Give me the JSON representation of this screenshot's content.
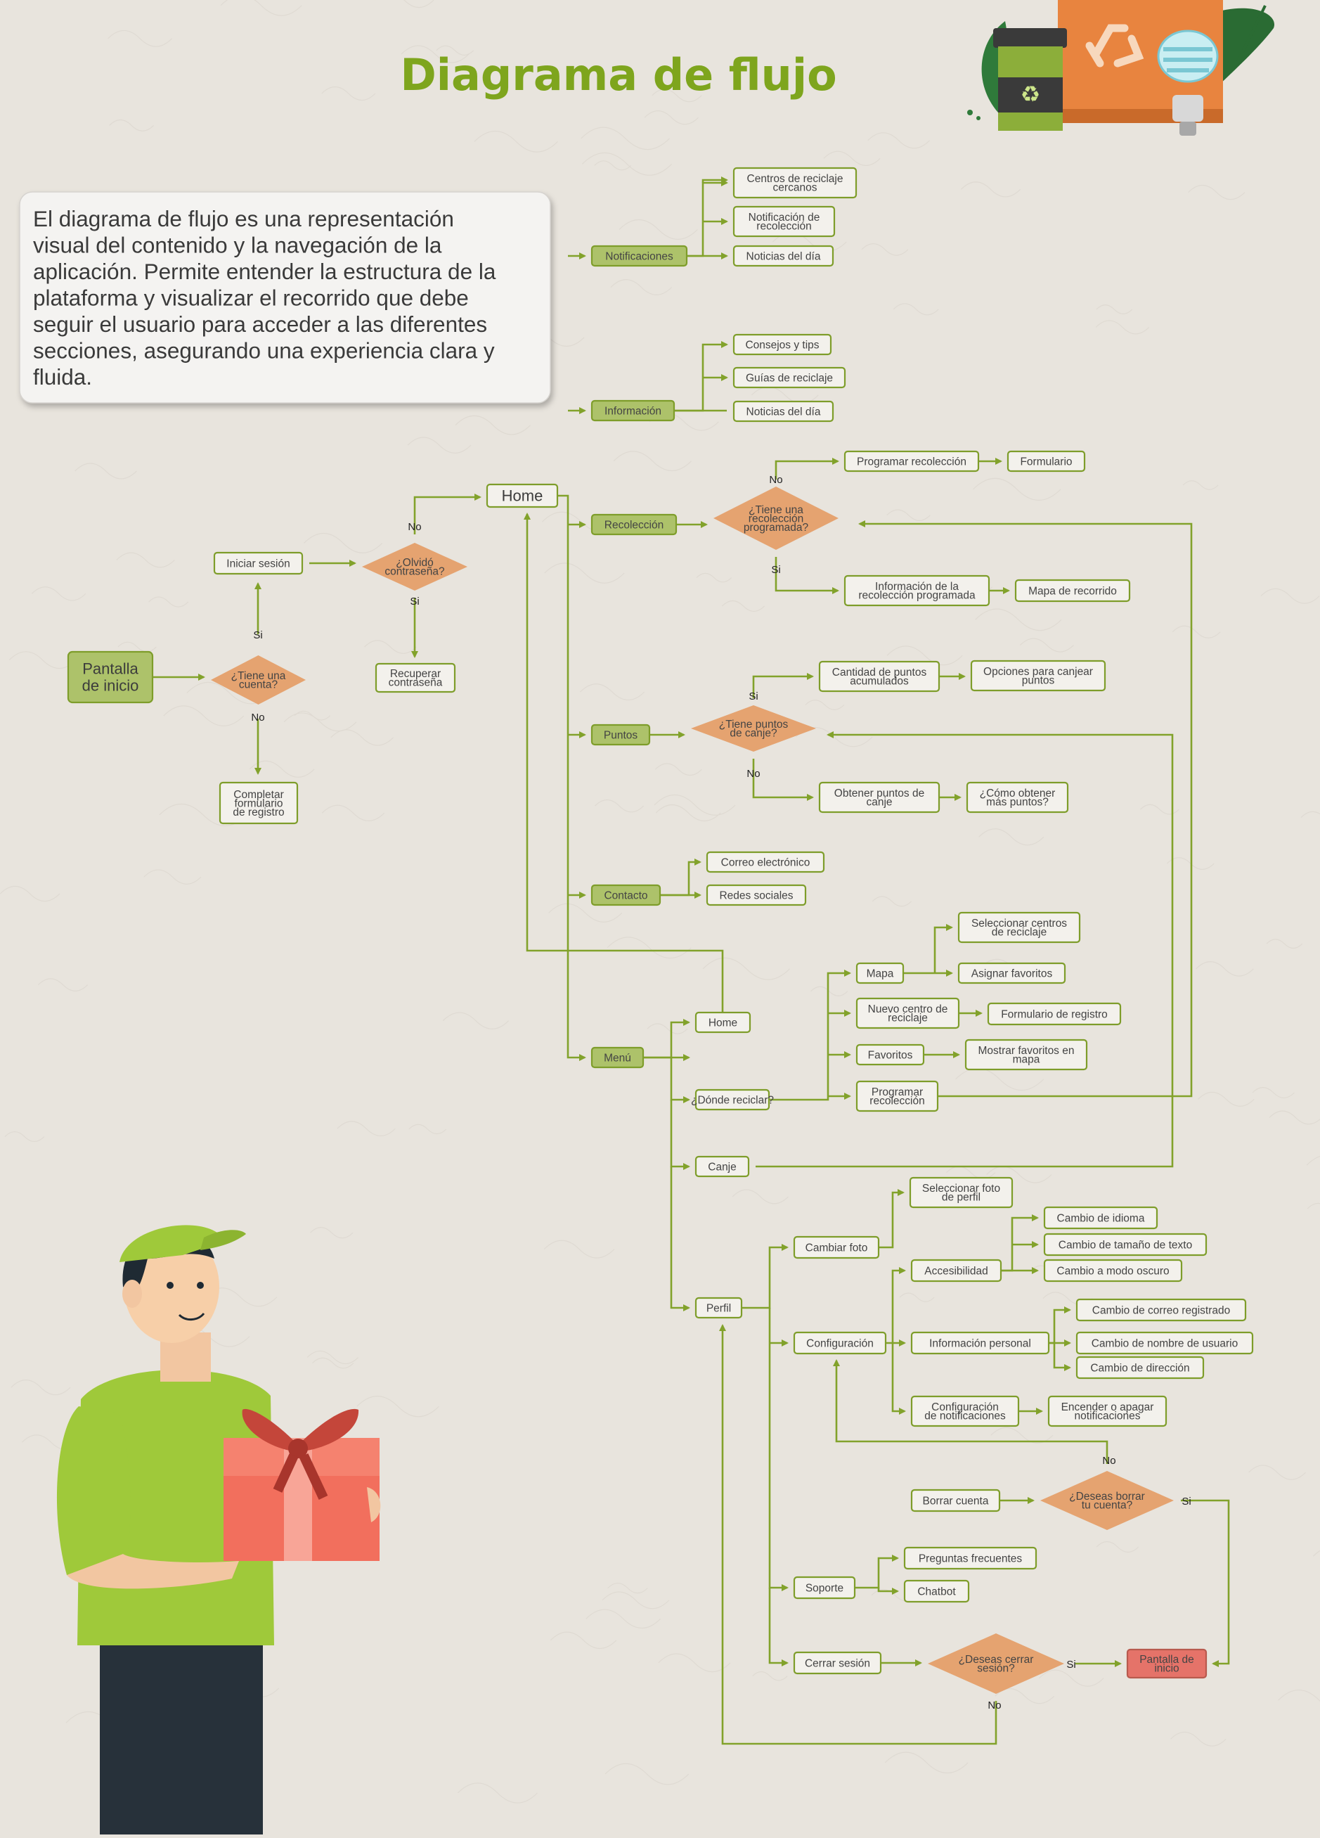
{
  "title": "Diagrama de flujo",
  "intro_lines": [
    "El diagrama de flujo es una representación",
    "visual del contenido y la navegación de la",
    "aplicación. Permite entender la estructura de la",
    "plataforma y visualizar el recorrido que debe",
    "seguir el usuario para acceder a las diferentes",
    "secciones, asegurando una experiencia clara y",
    "fluida."
  ],
  "colors": {
    "accent": "#7ea51d",
    "box_fill": "#f3f1ec",
    "start_fill": "#adc26a",
    "decision": "#e5a370",
    "end_fill": "#e57369"
  },
  "illustrations": [
    "recycling-bin-icon",
    "recycle-icon",
    "light-bulb-icon",
    "leaf-icon",
    "delivery-person-with-gift"
  ],
  "nodes": [
    {
      "id": "start",
      "lines": [
        "Pantalla",
        "de inicio"
      ],
      "style": "start"
    },
    {
      "id": "d_cuenta",
      "lines": [
        "¿Tiene una",
        "cuenta?"
      ],
      "style": "decision"
    },
    {
      "id": "iniciar",
      "lines": [
        "Iniciar sesión"
      ],
      "style": "box"
    },
    {
      "id": "completar",
      "lines": [
        "Completar",
        "formulario",
        "de registro"
      ],
      "style": "box"
    },
    {
      "id": "d_olvido",
      "lines": [
        "¿Olvidó",
        "contraseña?"
      ],
      "style": "decision"
    },
    {
      "id": "recuperar",
      "lines": [
        "Recuperar",
        "contraseña"
      ],
      "style": "box"
    },
    {
      "id": "home",
      "lines": [
        "Home"
      ],
      "style": "home"
    },
    {
      "id": "notif",
      "lines": [
        "Notificaciones"
      ],
      "style": "section"
    },
    {
      "id": "n_centros",
      "lines": [
        "Centros de reciclaje",
        "cercanos"
      ],
      "style": "box"
    },
    {
      "id": "n_notif",
      "lines": [
        "Notificación de",
        "recolección"
      ],
      "style": "box"
    },
    {
      "id": "n_noticias",
      "lines": [
        "Noticias del día"
      ],
      "style": "box"
    },
    {
      "id": "info",
      "lines": [
        "Información"
      ],
      "style": "section"
    },
    {
      "id": "i_consejos",
      "lines": [
        "Consejos y tips"
      ],
      "style": "box"
    },
    {
      "id": "i_guias",
      "lines": [
        "Guías de reciclaje"
      ],
      "style": "box"
    },
    {
      "id": "i_noticias",
      "lines": [
        "Noticias del día"
      ],
      "style": "box"
    },
    {
      "id": "recol",
      "lines": [
        "Recolección"
      ],
      "style": "section"
    },
    {
      "id": "d_recol",
      "lines": [
        "¿Tiene una",
        "recolección",
        "programada?"
      ],
      "style": "decision"
    },
    {
      "id": "r_prog",
      "lines": [
        "Programar recolección"
      ],
      "style": "box"
    },
    {
      "id": "r_form",
      "lines": [
        "Formulario"
      ],
      "style": "box"
    },
    {
      "id": "r_info",
      "lines": [
        "Información de la",
        "recolección programada"
      ],
      "style": "box"
    },
    {
      "id": "r_mapa",
      "lines": [
        "Mapa de recorrido"
      ],
      "style": "box"
    },
    {
      "id": "puntos",
      "lines": [
        "Puntos"
      ],
      "style": "section"
    },
    {
      "id": "d_canje",
      "lines": [
        "¿Tiene puntos",
        "de canje?"
      ],
      "style": "decision"
    },
    {
      "id": "p_cant",
      "lines": [
        "Cantidad de puntos",
        "acumulados"
      ],
      "style": "box"
    },
    {
      "id": "p_opc",
      "lines": [
        "Opciones para canjear",
        "puntos"
      ],
      "style": "box"
    },
    {
      "id": "p_obt",
      "lines": [
        "Obtener puntos de",
        "canje"
      ],
      "style": "box"
    },
    {
      "id": "p_como",
      "lines": [
        "¿Cómo obtener",
        "más puntos?"
      ],
      "style": "box"
    },
    {
      "id": "contacto",
      "lines": [
        "Contacto"
      ],
      "style": "section"
    },
    {
      "id": "c_correo",
      "lines": [
        "Correo electrónico"
      ],
      "style": "box"
    },
    {
      "id": "c_redes",
      "lines": [
        "Redes sociales"
      ],
      "style": "box"
    },
    {
      "id": "menu",
      "lines": [
        "Menú"
      ],
      "style": "section"
    },
    {
      "id": "m_home",
      "lines": [
        "Home"
      ],
      "style": "box"
    },
    {
      "id": "m_donde",
      "lines": [
        "¿Dónde reciclar?"
      ],
      "style": "box"
    },
    {
      "id": "m_mapa",
      "lines": [
        "Mapa"
      ],
      "style": "box"
    },
    {
      "id": "m_selec",
      "lines": [
        "Seleccionar centros",
        "de reciclaje"
      ],
      "style": "box"
    },
    {
      "id": "m_asig",
      "lines": [
        "Asignar favoritos"
      ],
      "style": "box"
    },
    {
      "id": "m_nuevo",
      "lines": [
        "Nuevo centro de",
        "reciclaje"
      ],
      "style": "box"
    },
    {
      "id": "m_formreg",
      "lines": [
        "Formulario de registro"
      ],
      "style": "box"
    },
    {
      "id": "m_fav",
      "lines": [
        "Favoritos"
      ],
      "style": "box"
    },
    {
      "id": "m_mostrar",
      "lines": [
        "Mostrar favoritos en",
        "mapa"
      ],
      "style": "box"
    },
    {
      "id": "m_prog",
      "lines": [
        "Programar",
        "recolección"
      ],
      "style": "box"
    },
    {
      "id": "m_canje",
      "lines": [
        "Canje"
      ],
      "style": "box"
    },
    {
      "id": "m_perfil",
      "lines": [
        "Perfil"
      ],
      "style": "box"
    },
    {
      "id": "pf_foto",
      "lines": [
        "Cambiar foto"
      ],
      "style": "box"
    },
    {
      "id": "pf_selfoto",
      "lines": [
        "Seleccionar foto",
        "de perfil"
      ],
      "style": "box"
    },
    {
      "id": "pf_config",
      "lines": [
        "Configuración"
      ],
      "style": "box"
    },
    {
      "id": "pf_acces",
      "lines": [
        "Accesibilidad"
      ],
      "style": "box"
    },
    {
      "id": "pf_idioma",
      "lines": [
        "Cambio de idioma"
      ],
      "style": "box"
    },
    {
      "id": "pf_tam",
      "lines": [
        "Cambio de tamaño de texto"
      ],
      "style": "box"
    },
    {
      "id": "pf_oscuro",
      "lines": [
        "Cambio a modo oscuro"
      ],
      "style": "box"
    },
    {
      "id": "pf_infop",
      "lines": [
        "Información personal"
      ],
      "style": "box"
    },
    {
      "id": "pf_correo",
      "lines": [
        "Cambio de correo registrado"
      ],
      "style": "box"
    },
    {
      "id": "pf_nombre",
      "lines": [
        "Cambio de nombre de usuario"
      ],
      "style": "box"
    },
    {
      "id": "pf_dir",
      "lines": [
        "Cambio de dirección"
      ],
      "style": "box"
    },
    {
      "id": "pf_confnot",
      "lines": [
        "Configuración",
        "de notificaciones"
      ],
      "style": "box"
    },
    {
      "id": "pf_enc",
      "lines": [
        "Encender o apagar",
        "notificaciones"
      ],
      "style": "box"
    },
    {
      "id": "pf_borrar",
      "lines": [
        "Borrar cuenta"
      ],
      "style": "box"
    },
    {
      "id": "d_borrar",
      "lines": [
        "¿Deseas borrar",
        "tu cuenta?"
      ],
      "style": "decision"
    },
    {
      "id": "pf_soporte",
      "lines": [
        "Soporte"
      ],
      "style": "box"
    },
    {
      "id": "pf_preg",
      "lines": [
        "Preguntas frecuentes"
      ],
      "style": "box"
    },
    {
      "id": "pf_chat",
      "lines": [
        "Chatbot"
      ],
      "style": "box"
    },
    {
      "id": "pf_cerrar",
      "lines": [
        "Cerrar sesión"
      ],
      "style": "box"
    },
    {
      "id": "d_cerrar",
      "lines": [
        "¿Deseas cerrar",
        "sesión?"
      ],
      "style": "decision"
    },
    {
      "id": "end",
      "lines": [
        "Pantalla de",
        "inicio"
      ],
      "style": "end"
    }
  ],
  "labels": [
    {
      "id": "l1",
      "text": "Si"
    },
    {
      "id": "l2",
      "text": "No"
    },
    {
      "id": "l3",
      "text": "No"
    },
    {
      "id": "l4",
      "text": "Si"
    },
    {
      "id": "l5",
      "text": "No"
    },
    {
      "id": "l6",
      "text": "Si"
    },
    {
      "id": "l7",
      "text": "Si"
    },
    {
      "id": "l8",
      "text": "No"
    },
    {
      "id": "l9",
      "text": "No"
    },
    {
      "id": "l10",
      "text": "Si"
    },
    {
      "id": "l11",
      "text": "Si"
    },
    {
      "id": "l12",
      "text": "No"
    }
  ]
}
